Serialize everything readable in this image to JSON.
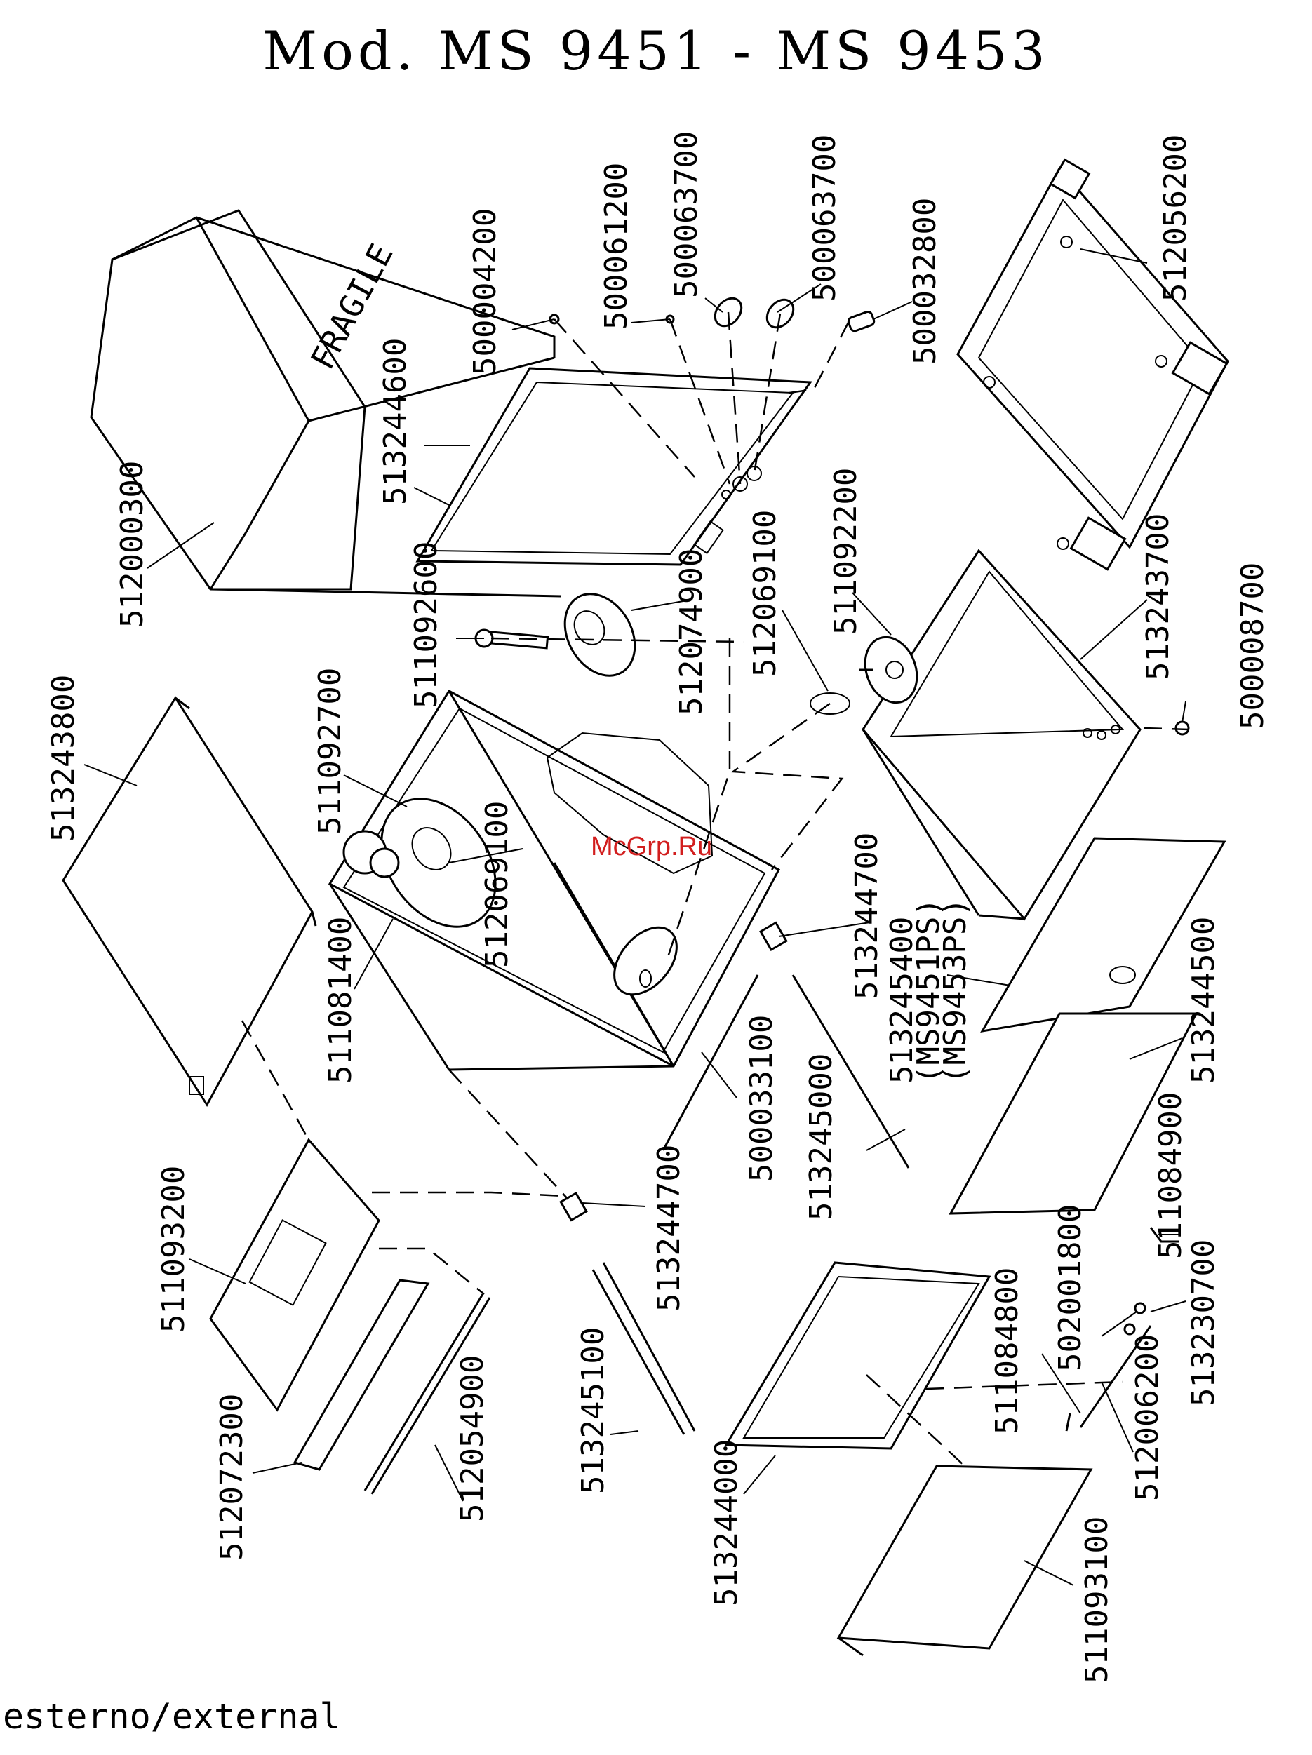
{
  "title": "Mod. MS 9451 - MS 9453",
  "footer": "esterno/external",
  "watermark": "McGrp.Ru",
  "box_label": "FRAGILE",
  "parts": [
    {
      "id": "512000300"
    },
    {
      "id": "513244600"
    },
    {
      "id": "500004200"
    },
    {
      "id": "500061200"
    },
    {
      "id": "500063700"
    },
    {
      "id": "500063700"
    },
    {
      "id": "500032800"
    },
    {
      "id": "512056200"
    },
    {
      "id": "511092600"
    },
    {
      "id": "512074900"
    },
    {
      "id": "512069100"
    },
    {
      "id": "511092200"
    },
    {
      "id": "513243700"
    },
    {
      "id": "500008700"
    },
    {
      "id": "513243800"
    },
    {
      "id": "511092700"
    },
    {
      "id": "512069100"
    },
    {
      "id": "511081400"
    },
    {
      "id": "513244700"
    },
    {
      "id": "513245400"
    },
    {
      "id": "(MS9451PS)"
    },
    {
      "id": "(MS9453PS)"
    },
    {
      "id": "513244500"
    },
    {
      "id": "500033100"
    },
    {
      "id": "513245000"
    },
    {
      "id": "511084900"
    },
    {
      "id": "511093200"
    },
    {
      "id": "513244700"
    },
    {
      "id": "502001800"
    },
    {
      "id": "513230700"
    },
    {
      "id": "511084800"
    },
    {
      "id": "512006200"
    },
    {
      "id": "512072300"
    },
    {
      "id": "512054900"
    },
    {
      "id": "513245100"
    },
    {
      "id": "513244000"
    },
    {
      "id": "511093100"
    }
  ]
}
